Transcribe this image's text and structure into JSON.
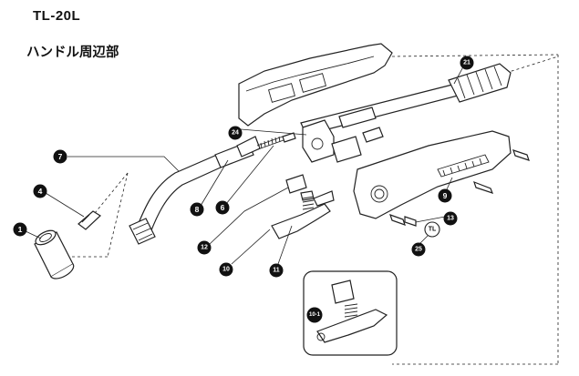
{
  "header": {
    "model": "TL-20L",
    "section": "ハンドル周辺部"
  },
  "parts": [
    {
      "id": "p1",
      "label": "1"
    },
    {
      "id": "p4",
      "label": "4"
    },
    {
      "id": "p7",
      "label": "7"
    },
    {
      "id": "p8",
      "label": "8"
    },
    {
      "id": "p6",
      "label": "6"
    },
    {
      "id": "p12",
      "label": "12"
    },
    {
      "id": "p10",
      "label": "10"
    },
    {
      "id": "p11",
      "label": "11"
    },
    {
      "id": "p9",
      "label": "9"
    },
    {
      "id": "p13",
      "label": "13"
    },
    {
      "id": "p25",
      "label": "25"
    },
    {
      "id": "p24",
      "label": "24"
    },
    {
      "id": "p21",
      "label": "21"
    },
    {
      "id": "p10-1",
      "label": "10-1"
    }
  ],
  "stamp": {
    "text": "TL"
  }
}
